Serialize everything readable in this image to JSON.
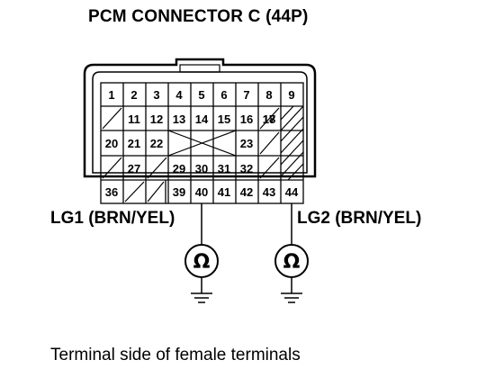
{
  "header": {
    "title": "PCM CONNECTOR C (44P)"
  },
  "labels": {
    "lg1": "LG1 (BRN/YEL)",
    "lg2": "LG2 (BRN/YEL)"
  },
  "footer": {
    "caption": "Terminal side of female terminals"
  },
  "symbols": {
    "ohm": "Ω"
  },
  "connector": {
    "row1": [
      "1",
      "2",
      "3",
      "4",
      "5",
      "6",
      "7",
      "8",
      "9"
    ],
    "row2": [
      "11",
      "12",
      "13",
      "14",
      "15",
      "16",
      "17",
      "18"
    ],
    "row3": [
      "20",
      "21",
      "22",
      "23"
    ],
    "row4": [
      "27",
      "29",
      "30",
      "31",
      "32"
    ],
    "row5": [
      "36",
      "39",
      "40",
      "41",
      "42",
      "43",
      "44"
    ]
  }
}
